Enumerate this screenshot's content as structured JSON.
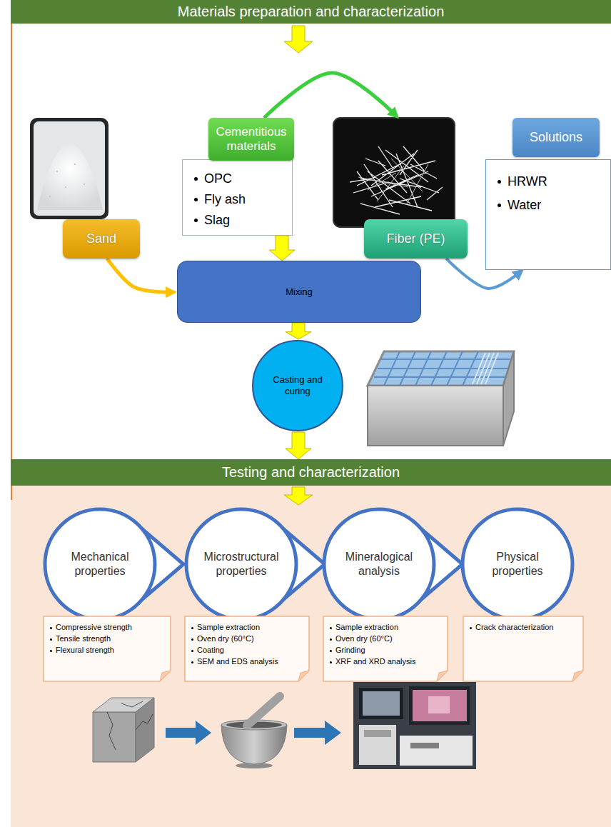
{
  "diagram": {
    "nodes": [
      {
        "text": [
          "Materials preparation and characterization"
        ]
      },
      {
        "text": [
          "Sand"
        ]
      },
      {
        "text": [
          "Cementitious materials",
          "OPC",
          "Fly ash",
          "Slag"
        ]
      },
      {
        "text": [
          "Fiber (PE)"
        ]
      },
      {
        "text": [
          "Solutions",
          "HRWR",
          "Water"
        ]
      },
      {
        "text": [
          "Mixing"
        ]
      },
      {
        "text": [
          "Casting and curing"
        ]
      },
      {
        "text": [
          "Testing and characterization"
        ]
      },
      {
        "text": [
          "Mechanical properties"
        ]
      },
      {
        "text": [
          "Microstructural properties"
        ]
      },
      {
        "text": [
          "Mineralogical analysis"
        ]
      },
      {
        "text": [
          "Physical properties"
        ]
      },
      {
        "text": [
          "Compressive strength",
          "Tensile strength",
          "Flexural strength"
        ]
      },
      {
        "text": [
          "Sample extraction",
          "Oven dry (60°C)",
          "Coating",
          "SEM and EDS analysis"
        ]
      },
      {
        "text": [
          "Sample extraction",
          "Oven dry (60°C)",
          "Grinding",
          "XRF and XRD analysis"
        ]
      },
      {
        "text": [
          "Crack characterization"
        ]
      }
    ],
    "edges": [
      {
        "from": 2,
        "to": 3,
        "arrow": "to"
      },
      {
        "from": 1,
        "to": 5,
        "arrow": "to"
      },
      {
        "from": 3,
        "to": 4,
        "arrow": "to"
      },
      {
        "from": 2,
        "to": 5,
        "arrow": "to"
      },
      {
        "from": 5,
        "to": 6,
        "arrow": "to"
      },
      {
        "from": 6,
        "to": 7,
        "arrow": "to"
      }
    ]
  }
}
